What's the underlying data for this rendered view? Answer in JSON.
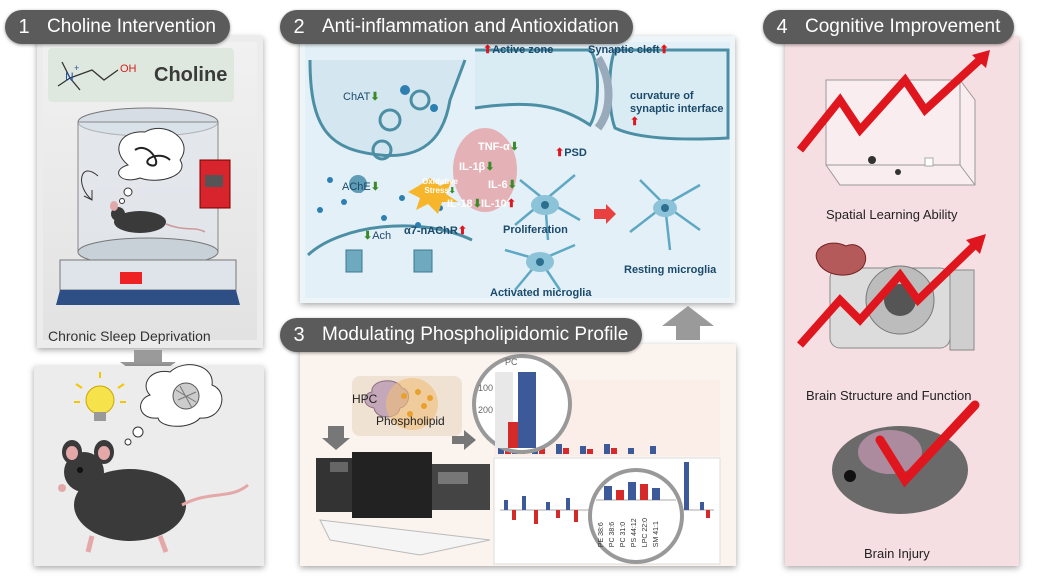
{
  "panel1": {
    "number": "1",
    "title": "Choline Intervention",
    "molecule_label": "Choline",
    "molecule_oh": "OH",
    "molecule_n": "N",
    "molecule_plus": "+",
    "caption": "Chronic Sleep Deprivation"
  },
  "panel2": {
    "number": "2",
    "title": "Anti-inflammation and Antioxidation",
    "labels": {
      "active_zone": "Active zone",
      "synaptic_cleft": "Synaptic cleft",
      "curvature": "curvature of synaptic interface",
      "psd": "PSD",
      "chat": "ChAT",
      "ache": "AChE",
      "ach": "Ach",
      "a7": "α7-nAChR",
      "tnf": "TNF-α",
      "il1b": "IL-1β",
      "il6": "IL-6",
      "il10": "IL-10",
      "il18": "IL-18",
      "oxidative": "Oxidative Stress",
      "proliferation": "Proliferation",
      "activated": "Activated microglia",
      "resting": "Resting microglia"
    }
  },
  "panel3": {
    "number": "3",
    "title": "Modulating Phospholipidomic Profile",
    "hpc": "HPC",
    "phospholipid": "Phospholipid",
    "pc_label": "PC",
    "pc_ticks": [
      "100",
      "200"
    ],
    "zoom_labels": [
      "PE 38:6",
      "PC 38:6",
      "PC 31:0",
      "PS 44:12",
      "LPC 22:0",
      "SM 41:1"
    ]
  },
  "panel4": {
    "number": "4",
    "title": "Cognitive Improvement",
    "caption1": "Spatial Learning Ability",
    "caption2": "Brain Structure and Function",
    "caption3": "Brain Injury"
  },
  "colors": {
    "header": "#5b5b5b",
    "arrow_red": "#e0161e",
    "panel4_bg": "#f6dfe2",
    "panel2_bg": "#e6f2f9",
    "membrane": "#4c8fa5",
    "bar_blue": "#3c5a9a",
    "bar_red": "#d42a2a"
  }
}
